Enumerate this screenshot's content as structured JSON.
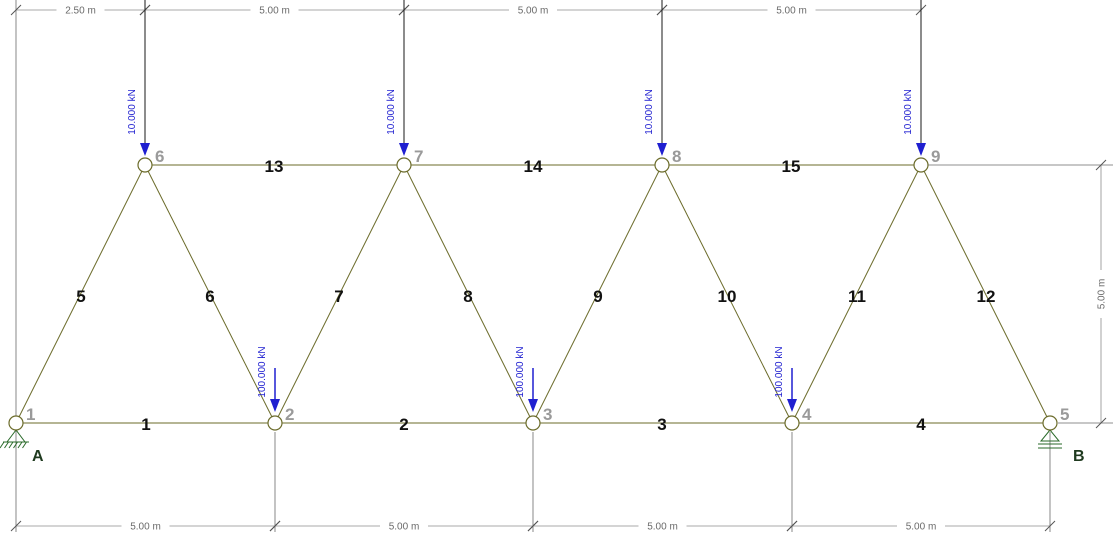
{
  "nodes": [
    {
      "id": "1",
      "label": "1"
    },
    {
      "id": "2",
      "label": "2"
    },
    {
      "id": "3",
      "label": "3"
    },
    {
      "id": "4",
      "label": "4"
    },
    {
      "id": "5",
      "label": "5"
    },
    {
      "id": "6",
      "label": "6"
    },
    {
      "id": "7",
      "label": "7"
    },
    {
      "id": "8",
      "label": "8"
    },
    {
      "id": "9",
      "label": "9"
    }
  ],
  "members": [
    {
      "label": "1",
      "from": "1",
      "to": "2"
    },
    {
      "label": "2",
      "from": "2",
      "to": "3"
    },
    {
      "label": "3",
      "from": "3",
      "to": "4"
    },
    {
      "label": "4",
      "from": "4",
      "to": "5"
    },
    {
      "label": "5",
      "from": "1",
      "to": "6"
    },
    {
      "label": "6",
      "from": "6",
      "to": "2"
    },
    {
      "label": "7",
      "from": "2",
      "to": "7"
    },
    {
      "label": "8",
      "from": "7",
      "to": "3"
    },
    {
      "label": "9",
      "from": "3",
      "to": "8"
    },
    {
      "label": "10",
      "from": "8",
      "to": "4"
    },
    {
      "label": "11",
      "from": "4",
      "to": "9"
    },
    {
      "label": "12",
      "from": "9",
      "to": "5"
    },
    {
      "label": "13",
      "from": "6",
      "to": "7"
    },
    {
      "label": "14",
      "from": "7",
      "to": "8"
    },
    {
      "label": "15",
      "from": "8",
      "to": "9"
    }
  ],
  "supports": [
    {
      "label": "A",
      "node": "1",
      "type": "pinned"
    },
    {
      "label": "B",
      "node": "5",
      "type": "roller"
    }
  ],
  "loads": {
    "top": [
      {
        "node": "6",
        "label": "10.000 kN"
      },
      {
        "node": "7",
        "label": "10.000 kN"
      },
      {
        "node": "8",
        "label": "10.000 kN"
      },
      {
        "node": "9",
        "label": "10.000 kN"
      }
    ],
    "bottom": [
      {
        "node": "2",
        "label": "100.000 kN"
      },
      {
        "node": "3",
        "label": "100.000 kN"
      },
      {
        "node": "4",
        "label": "100.000 kN"
      }
    ]
  },
  "dimensions": {
    "top": [
      "2.50 m",
      "5.00 m",
      "5.00 m",
      "5.00 m"
    ],
    "bottom": [
      "5.00 m",
      "5.00 m",
      "5.00 m",
      "5.00 m"
    ],
    "right": "5.00 m"
  },
  "colors": {
    "member": "#6b6b2a",
    "load": "#1f1fd0",
    "node_label": "#9a9a9a",
    "support": "#2a6a2a"
  }
}
